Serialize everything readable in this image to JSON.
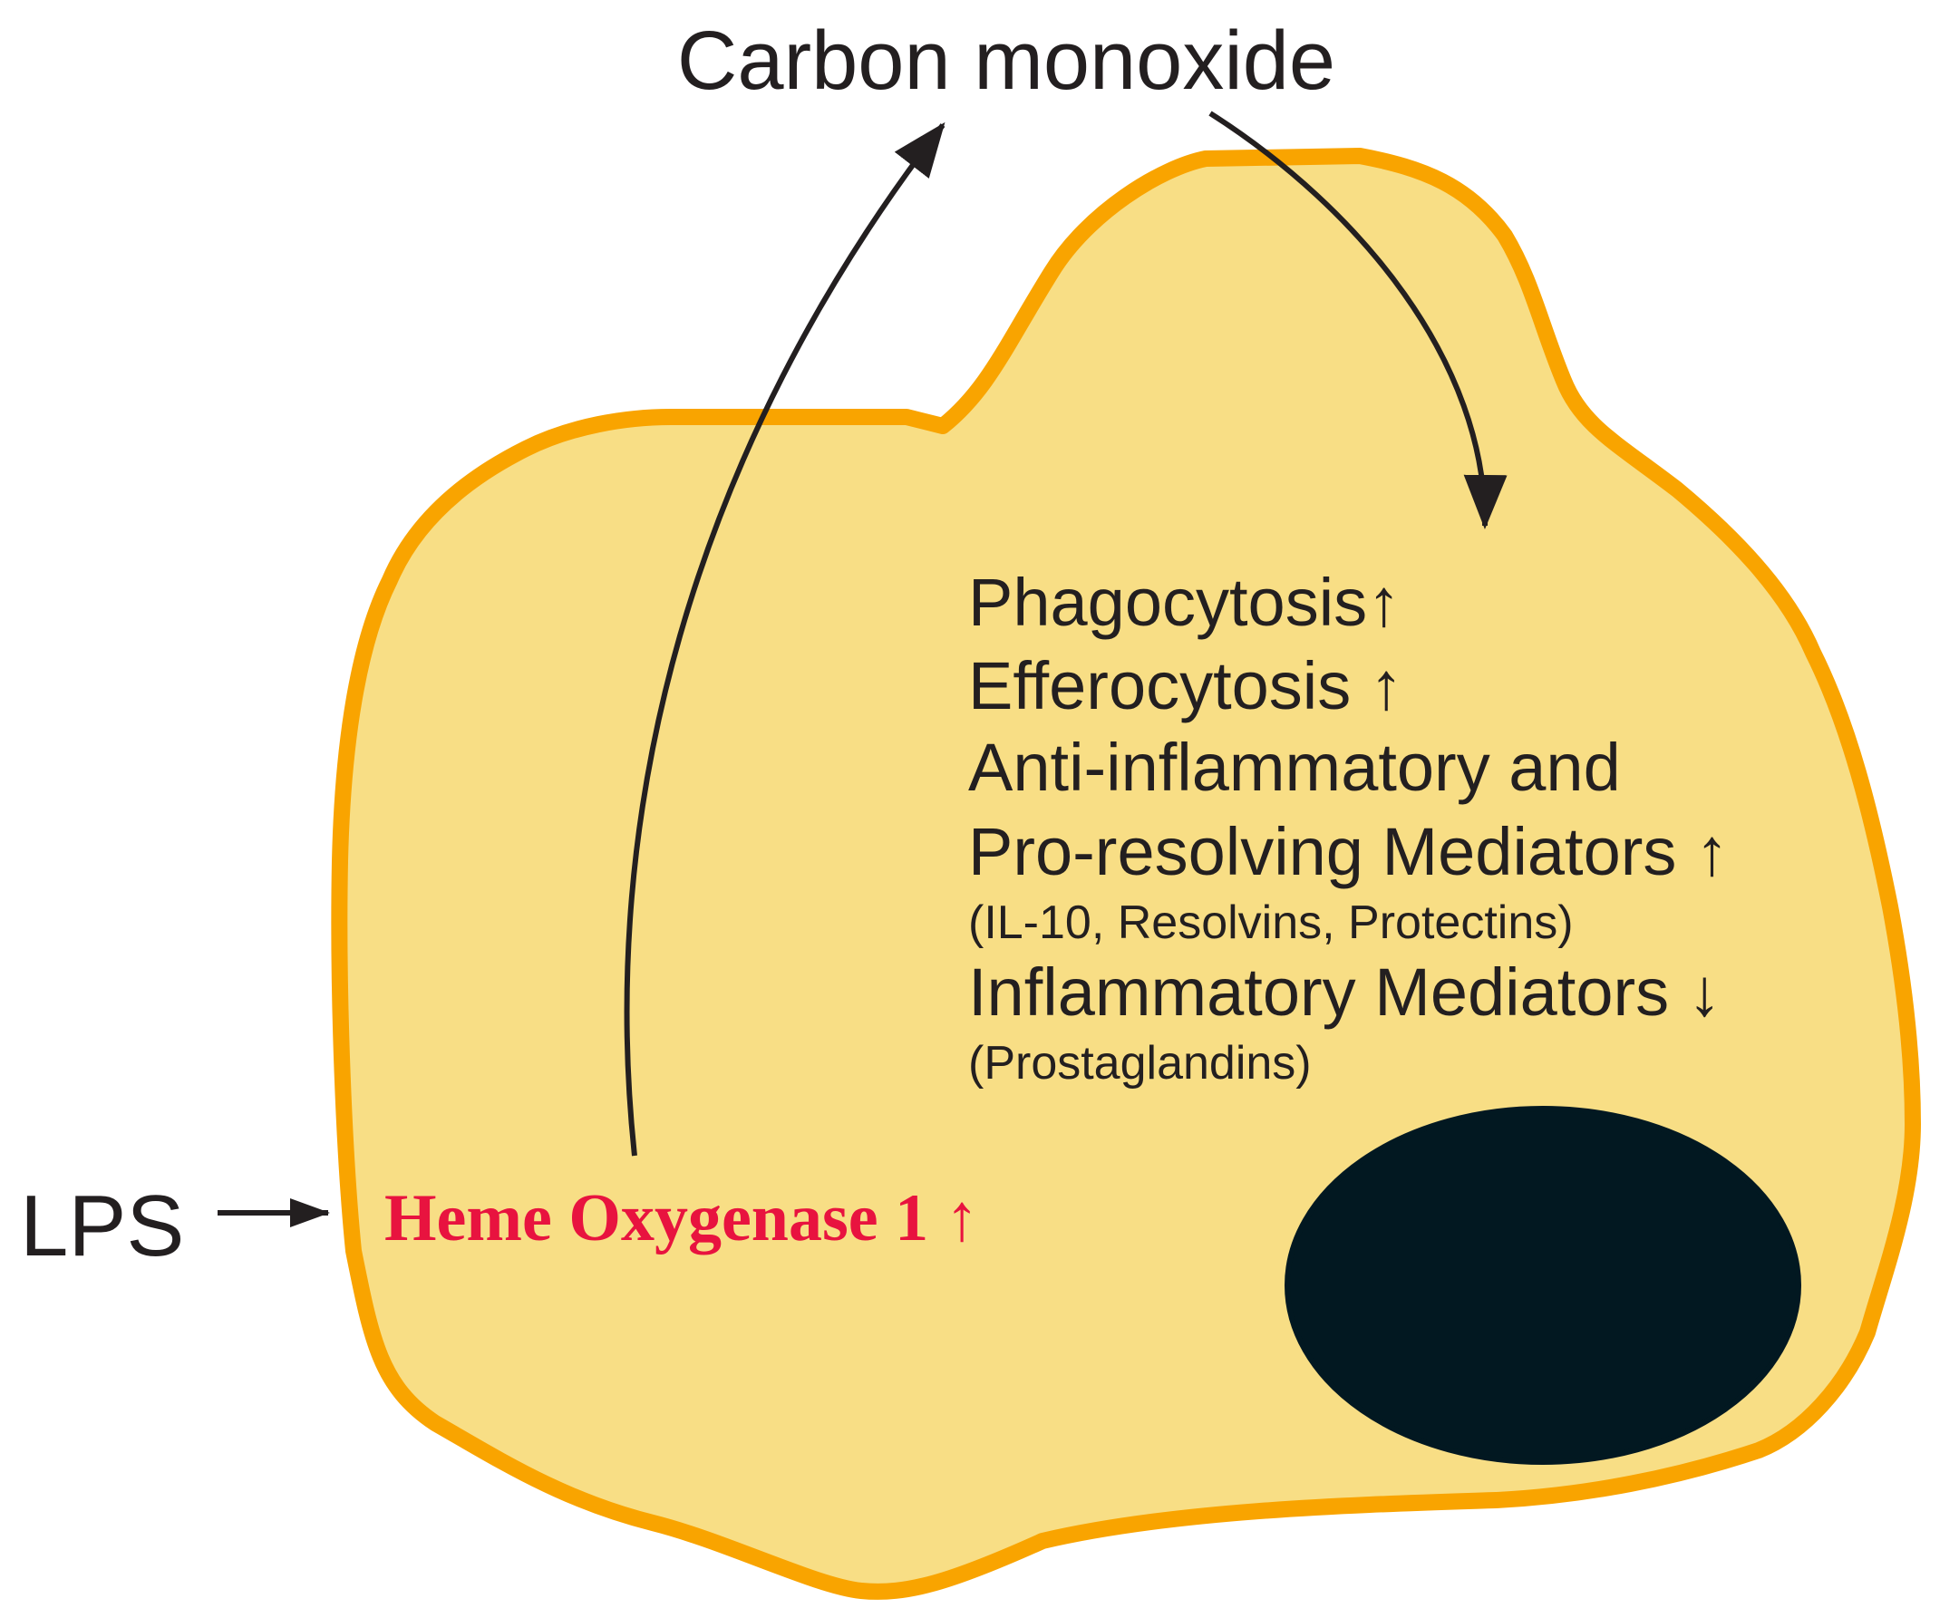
{
  "title": "Carbon monoxide",
  "stimulus": "LPS",
  "enzyme": "Heme Oxygenase 1 ↑",
  "effects": {
    "phagocytosis": "Phagocytosis↑",
    "efferocytosis": "Efferocytosis ↑",
    "anti_inflammatory": "Anti-inflammatory and",
    "pro_resolving": "Pro-resolving Mediators ↑",
    "pro_resolving_examples": "(IL-10, Resolvins, Protectins)",
    "inflammatory": "Inflammatory Mediators ↓",
    "inflammatory_examples": "(Prostaglandins)"
  },
  "colors": {
    "cell_fill": "#F8DE85",
    "cell_border": "#F9A400",
    "nucleus": "#021821",
    "enzyme_text": "#E8133F",
    "text": "#231F20",
    "arrow": "#231F20"
  }
}
